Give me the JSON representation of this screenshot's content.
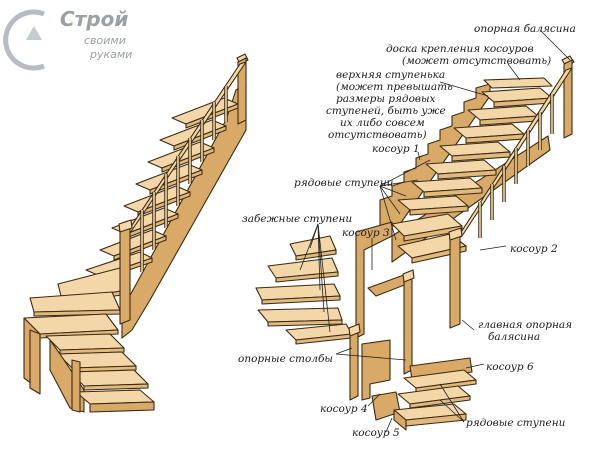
{
  "logo": {
    "brand": "Строй",
    "line2": "своими",
    "line3": "руками"
  },
  "labels": {
    "support_baluster": "опорная балясина",
    "stringer_board_1": "доска крепления косоуров",
    "stringer_board_2": "(может отсутствовать)",
    "top_step_1": "верхняя ступенька",
    "top_step_2": "(может превышать",
    "top_step_3": "размеры рядовых",
    "top_step_4": "ступеней, быть уже",
    "top_step_5": "их либо совсем",
    "top_step_6": "отсутствовать)",
    "kosour_1": "косоур 1",
    "ordinary_steps_top": "рядовые ступени",
    "winder_steps": "забежные ступени",
    "kosour_3": "косоур 3",
    "kosour_2": "косоур 2",
    "main_baluster_1": "главная опорная",
    "main_baluster_2": "балясина",
    "support_posts": "опорные столбы",
    "kosour_6": "косоур 6",
    "kosour_4": "косоур 4",
    "ordinary_steps_bottom": "рядовые ступени",
    "kosour_5": "косоур 5"
  },
  "colors": {
    "wood_light": "#f3d7a8",
    "wood_mid": "#e2b97c",
    "wood_side": "#d9a968",
    "outline": "#3b2a14",
    "logo_gray": "#9aa0a6"
  }
}
